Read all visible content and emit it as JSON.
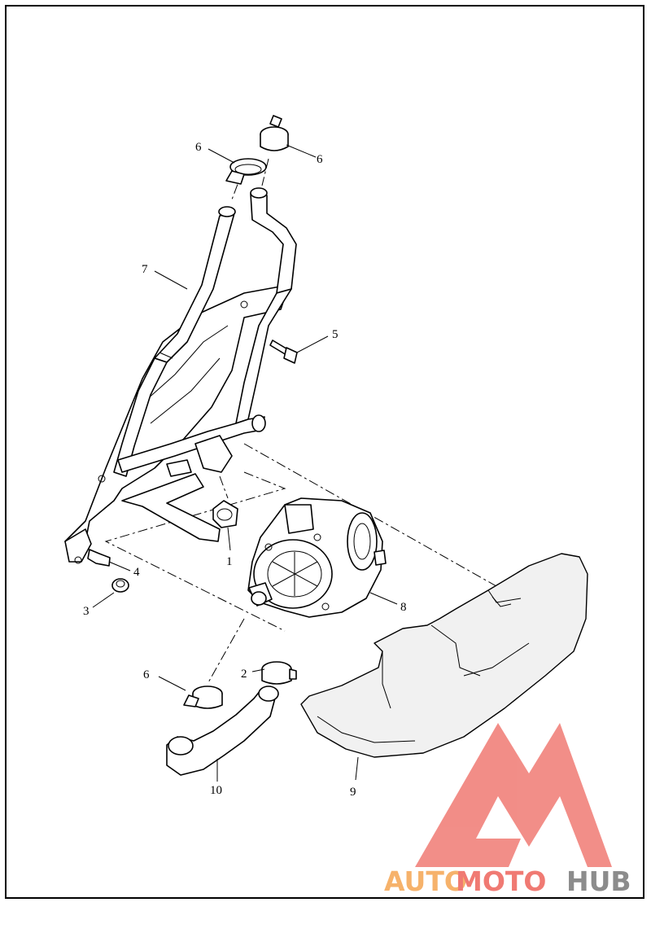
{
  "callouts": [
    {
      "id": "callout-1",
      "label": "1"
    },
    {
      "id": "callout-2",
      "label": "2"
    },
    {
      "id": "callout-3",
      "label": "3"
    },
    {
      "id": "callout-4",
      "label": "4"
    },
    {
      "id": "callout-5",
      "label": "5"
    },
    {
      "id": "callout-6a",
      "label": "6"
    },
    {
      "id": "callout-6b",
      "label": "6"
    },
    {
      "id": "callout-6c",
      "label": "6"
    },
    {
      "id": "callout-7",
      "label": "7"
    },
    {
      "id": "callout-8",
      "label": "8"
    },
    {
      "id": "callout-9",
      "label": "9"
    },
    {
      "id": "callout-10",
      "label": "10"
    }
  ],
  "watermark": {
    "part1": "AUTO",
    "part2": "MOTO",
    "part3": "HUB",
    "color_red": "#f07a73",
    "color_orange": "#f6b26b",
    "color_gray": "#8c8c8c"
  }
}
